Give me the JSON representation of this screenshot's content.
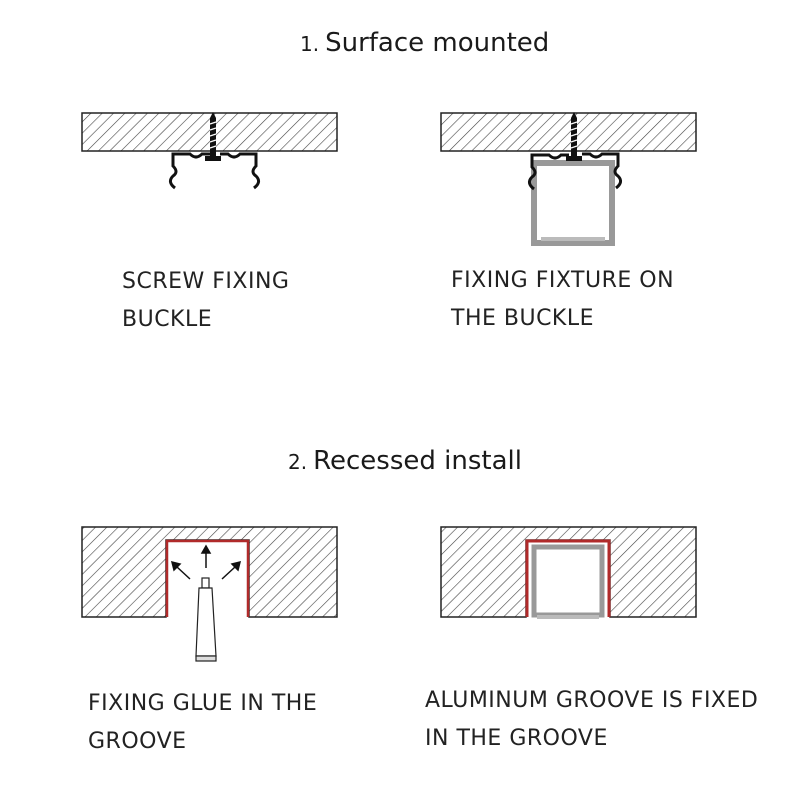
{
  "sections": [
    {
      "number": "1.",
      "title": "Surface mounted",
      "items": [
        {
          "line1": "SCREW FIXING",
          "line2": "BUCKLE"
        },
        {
          "line1": "FIXING FIXTURE ON",
          "line2": "THE BUCKLE"
        }
      ]
    },
    {
      "number": "2.",
      "title": "Recessed install",
      "items": [
        {
          "line1": "FIXING GLUE IN THE",
          "line2": "GROOVE"
        },
        {
          "line1": "ALUMINUM GROOVE IS FIXED",
          "line2": "IN THE GROOVE"
        }
      ]
    }
  ],
  "colors": {
    "glue": "#b02a2a",
    "profile": "#9a9a9a",
    "outline": "#222222"
  }
}
